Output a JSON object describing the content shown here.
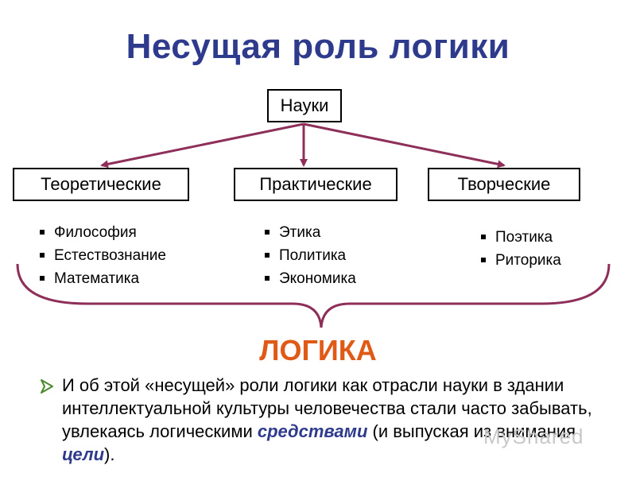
{
  "title": "Несущая роль логики",
  "nodes": {
    "root": "Науки",
    "theoretical": "Теоретические",
    "practical": "Практические",
    "creative": "Творческие"
  },
  "lists": {
    "theoretical": [
      "Философия",
      "Естествознание",
      "Математика"
    ],
    "practical": [
      "Этика",
      "Политика",
      "Экономика"
    ],
    "creative": [
      "Поэтика",
      "Риторика"
    ]
  },
  "logic_label": "ЛОГИКА",
  "paragraph": {
    "part1": "И об этой «несущей» роли логики как отрасли науки в здании интеллектуальной культуры человечества стали часто забывать, увлекаясь логическими ",
    "em1": "средствами",
    "part2": " (и выпуская из внимания ",
    "em2": "цели",
    "part3": ")."
  },
  "watermark": "MyShared",
  "colors": {
    "title": "#2e3a8c",
    "arrows": "#8e2f5a",
    "brace": "#8e2f5a",
    "logic": "#e05a17",
    "bullet_arrow": "#4a8a2a",
    "emphasis": "#2e3a8c"
  }
}
